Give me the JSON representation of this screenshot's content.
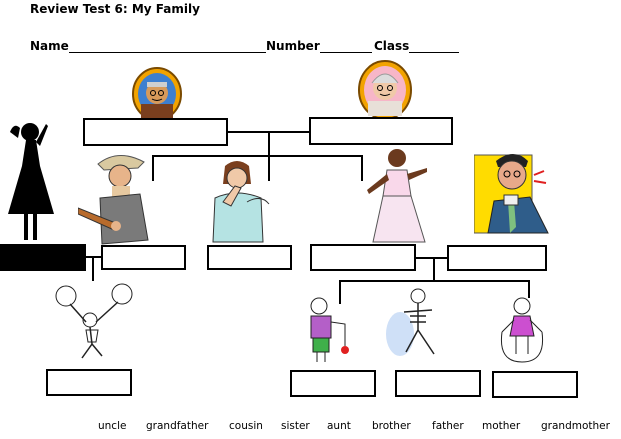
{
  "title": "Review Test 6: My Family",
  "header": {
    "name_label": "Name",
    "number_label": "Number",
    "class_label": "Class"
  },
  "word_bank": [
    "uncle",
    "grandfather",
    "cousin",
    "sister",
    "aunt",
    "brother",
    "father",
    "mother",
    "grandmother"
  ]
}
